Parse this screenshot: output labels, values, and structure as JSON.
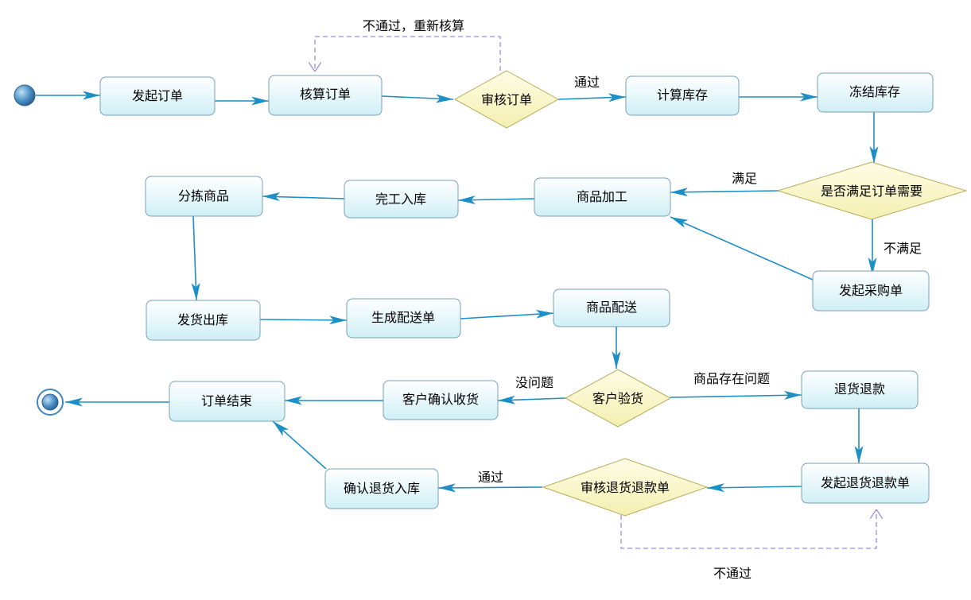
{
  "nodes": {
    "faqi_dingdan": "发起订单",
    "hesuan_dingdan": "核算订单",
    "shenhe_dingdan": "审核订单",
    "jisuan_kucun": "计算库存",
    "dongjie_kucun": "冻结库存",
    "shifou_manzu": "是否满足订单需要",
    "shangpin_jiagong": "商品加工",
    "wangong_ruku": "完工入库",
    "fenjian_shangpin": "分拣商品",
    "faqi_caigoudan": "发起采购单",
    "fahuo_chuku": "发货出库",
    "shengcheng_peisongdan": "生成配送单",
    "shangpin_peisong": "商品配送",
    "kehu_yanhuo": "客户验货",
    "kehu_queren": "客户确认收货",
    "dingdan_jieshu": "订单结束",
    "tuihuo_tuikuan": "退货退款",
    "faqi_tuihuo_tuikuandan": "发起退货退款单",
    "shenhe_tuihuo_tuikuandan": "审核退货退款单",
    "queren_tuihuo_ruku": "确认退货入库"
  },
  "edge_labels": {
    "butongguo_chongxin": "不通过，重新核算",
    "tongguo_top": "通过",
    "manzu": "满足",
    "bu_manzu": "不满足",
    "mei_wenti": "没问题",
    "cunzai_wenti": "商品存在问题",
    "tongguo_bottom": "通过",
    "butongguo_bottom": "不通过"
  },
  "colors": {
    "flow_line": "#1e8fc4",
    "dashed_line": "#9a8fd8",
    "activity_fill": "#e4f8fb",
    "activity_border": "#7aa0b4",
    "decision_fill": "#fbf8c4",
    "decision_border": "#b5ac5c",
    "start_node": "#3a7bb0"
  }
}
